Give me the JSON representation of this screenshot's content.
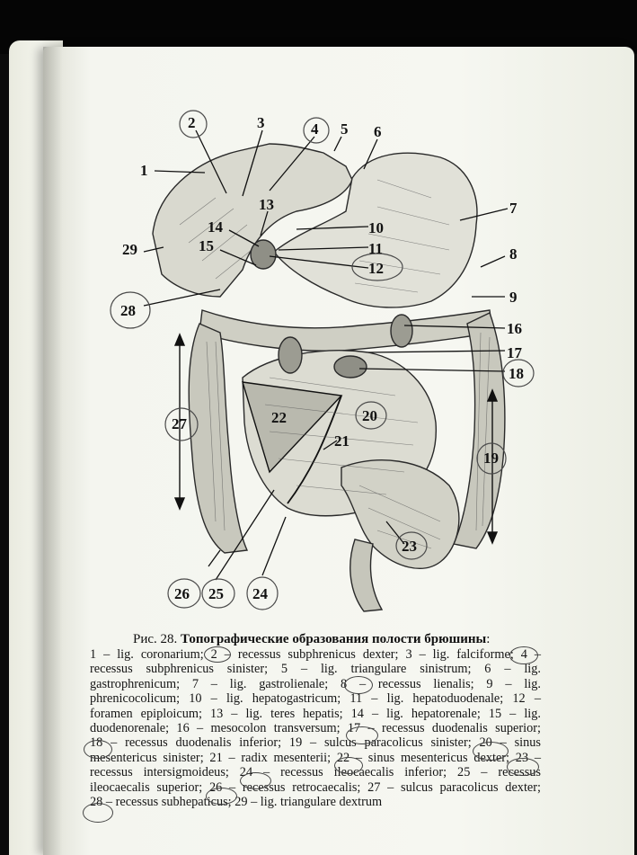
{
  "figure": {
    "numbers": [
      {
        "id": "n1",
        "label": "1"
      },
      {
        "id": "n2",
        "label": "2"
      },
      {
        "id": "n3",
        "label": "3"
      },
      {
        "id": "n4",
        "label": "4"
      },
      {
        "id": "n5",
        "label": "5"
      },
      {
        "id": "n6",
        "label": "6"
      },
      {
        "id": "n7",
        "label": "7"
      },
      {
        "id": "n8",
        "label": "8"
      },
      {
        "id": "n9",
        "label": "9"
      },
      {
        "id": "n10",
        "label": "10"
      },
      {
        "id": "n11",
        "label": "11"
      },
      {
        "id": "n12",
        "label": "12"
      },
      {
        "id": "n13",
        "label": "13"
      },
      {
        "id": "n14",
        "label": "14"
      },
      {
        "id": "n15",
        "label": "15"
      },
      {
        "id": "n16",
        "label": "16"
      },
      {
        "id": "n17",
        "label": "17"
      },
      {
        "id": "n18",
        "label": "18"
      },
      {
        "id": "n19",
        "label": "19"
      },
      {
        "id": "n20",
        "label": "20"
      },
      {
        "id": "n21",
        "label": "21"
      },
      {
        "id": "n22",
        "label": "22"
      },
      {
        "id": "n23",
        "label": "23"
      },
      {
        "id": "n24",
        "label": "24"
      },
      {
        "id": "n25",
        "label": "25"
      },
      {
        "id": "n26",
        "label": "26"
      },
      {
        "id": "n27",
        "label": "27"
      },
      {
        "id": "n28",
        "label": "28"
      },
      {
        "id": "n29",
        "label": "29"
      }
    ]
  },
  "caption": {
    "prefix": "Рис. 28.",
    "title": "Топографические образования полости брюшины",
    "colon": ":",
    "lines": [
      "1 – lig. coronarium; 2 – recessus subphrenicus dexter; 3 – lig. falciforme; 4 –",
      "recessus subphrenicus sinister; 5 – lig. triangulare sinistrum; 6 – lig.",
      "gastrophrenicum; 7 – lig. gastrolienale; 8 – recessus lienalis; 9 – lig.",
      "phrenicocolicum; 10 – lig. hepatogastricum; 11 – lig. hepatoduodenale; 12 –",
      "foramen epiploicum; 13 – lig. teres hepatis; 14 – lig. hepatorenale; 15 – lig.",
      "duodenorenale; 16 – mesocolon transversum; 17 – recessus duodenalis superior;",
      "18 – recessus duodenalis inferior; 19 – sulcus paracolicus sinister; 20 – sinus",
      "mesentericus sinister; 21 – radix mesenterii; 22 – sinus mesentericus dexter; 23 –",
      "recessus intersigmoideus; 24 – recessus ileocaecalis inferior; 25 – recessus",
      "ileocaecalis superior; 26 – recessus retrocaecalis; 27 – sulcus paracolicus dexter;",
      "28 – recessus subhepaticus; 29 – lig. triangulare dextrum"
    ]
  }
}
